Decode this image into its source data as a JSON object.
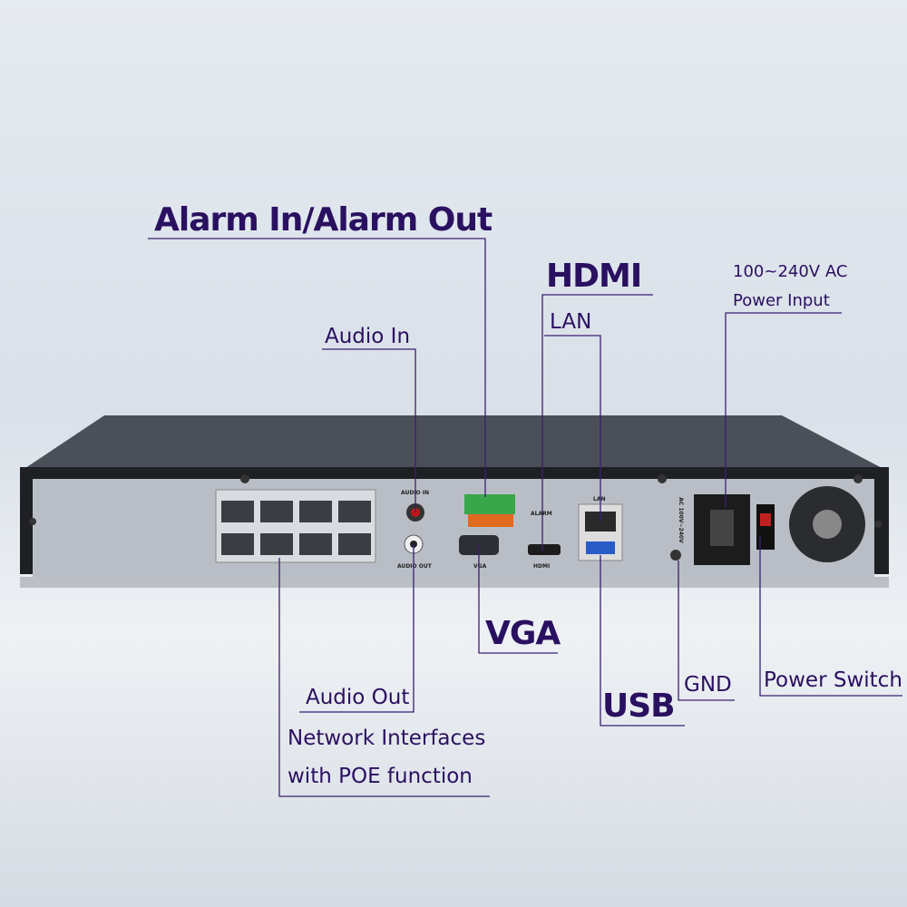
{
  "labels": {
    "alarm": "Alarm In/Alarm Out",
    "hdmi": "HDMI",
    "lan": "LAN",
    "power_input_line1": "100~240V AC",
    "power_input_line2": "Power Input",
    "audio_in": "Audio In",
    "vga": "VGA",
    "usb": "USB",
    "gnd": "GND",
    "power_switch": "Power Switch",
    "audio_out": "Audio Out",
    "network_line1": "Network Interfaces",
    "network_line2": "with POE function"
  },
  "panel_printing": {
    "audio_in": "AUDIO IN",
    "audio_out": "AUDIO OUT",
    "alarm": "ALARM",
    "vga": "VGA",
    "hdmi": "HDMI",
    "lan": "LAN",
    "ac": "AC 100V~240V"
  },
  "colors": {
    "annotation": "#2a1060",
    "device_frame": "#1e2024",
    "panel": "#b9bec6",
    "terminal": "#3aa64a"
  }
}
